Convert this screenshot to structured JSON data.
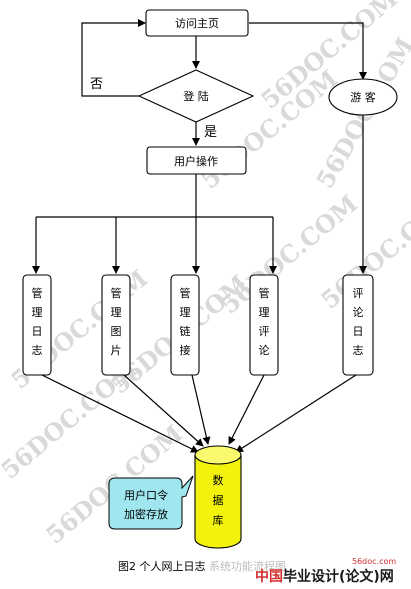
{
  "nodes": {
    "visit_home": "访问主页",
    "login": "登  陆",
    "guest": "游  客",
    "user_ops": "用户操作",
    "manage_log": [
      "管",
      "理",
      "日",
      "志"
    ],
    "manage_photo": [
      "管",
      "理",
      "图",
      "片"
    ],
    "manage_link": [
      "管",
      "理",
      "链",
      "接"
    ],
    "manage_comment": [
      "管",
      "理",
      "评",
      "论"
    ],
    "comment_log": [
      "评",
      "论",
      "日",
      "志"
    ],
    "database": [
      "数",
      "据",
      "库"
    ],
    "callout": [
      "用户口令",
      "加密存放"
    ]
  },
  "edges": {
    "no_label": "否",
    "yes_label": "是"
  },
  "caption": {
    "main": "图2  个人网上日志",
    "tail": "系统功能流程图"
  },
  "watermark": "56DOC.COM",
  "footer": {
    "domain": "56doc.com",
    "logo_china": "中国",
    "logo_rest": "毕业设计(论文)网"
  }
}
